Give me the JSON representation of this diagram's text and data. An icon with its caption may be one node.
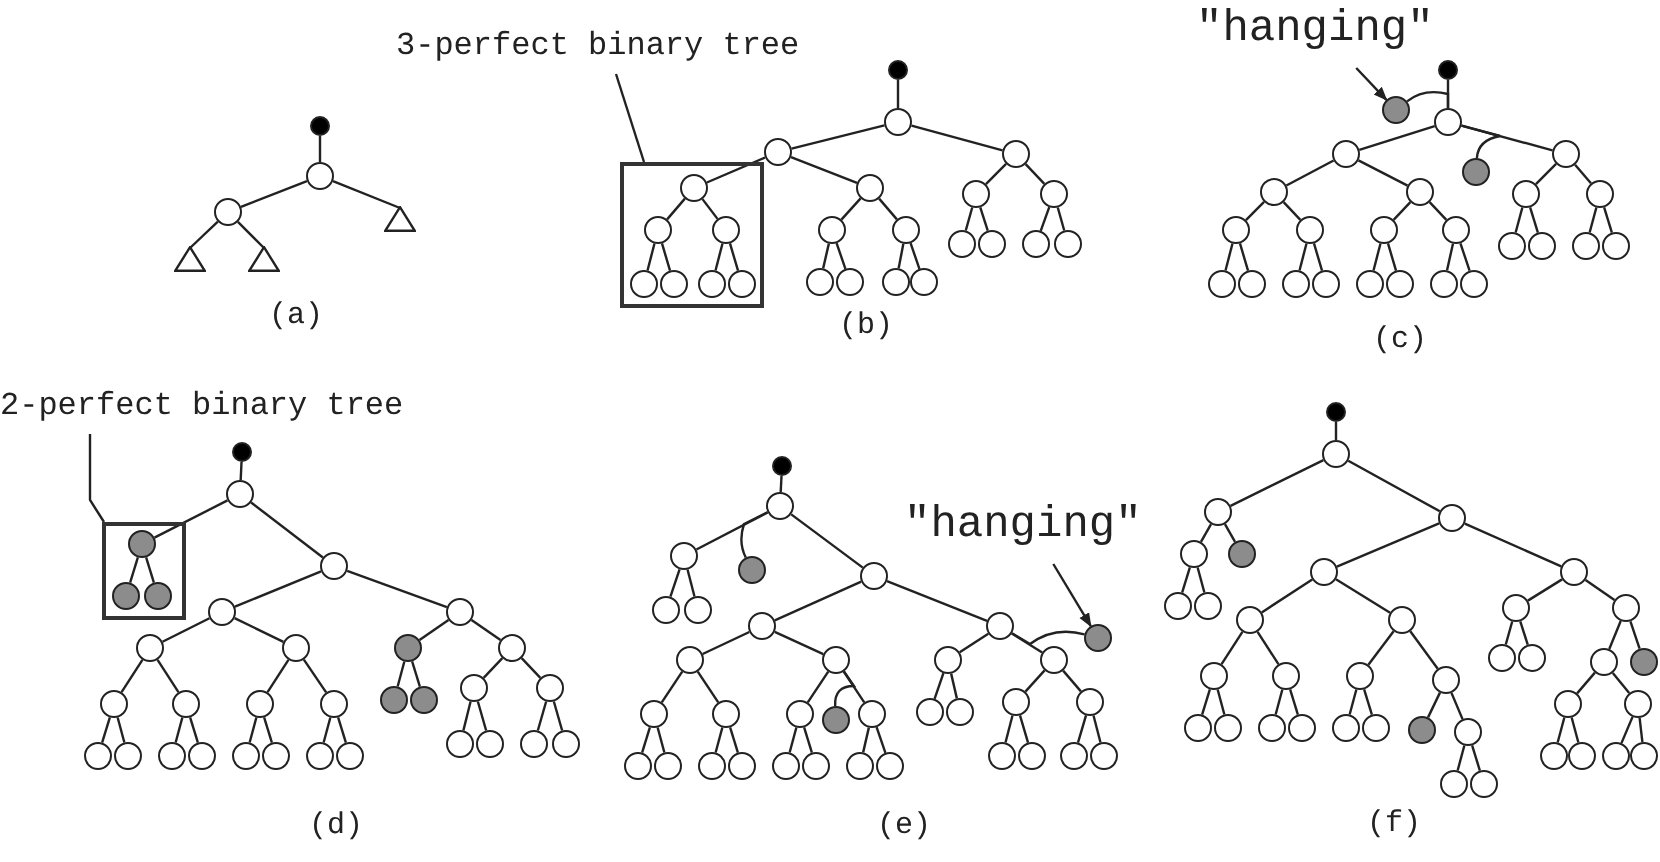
{
  "diagram": {
    "nodes": [
      {
        "text": [],
        "shape": "circle"
      },
      {
        "text": [],
        "shape": "circle"
      },
      {
        "text": [],
        "shape": "circle"
      },
      {
        "text": [],
        "shape": "triangle"
      },
      {
        "text": [],
        "shape": "triangle"
      },
      {
        "text": [],
        "shape": "triangle"
      },
      {
        "text": [
          "3-perfect binary tree"
        ]
      },
      {
        "text": [],
        "shape": "box"
      },
      {
        "text": [],
        "shape": "circle"
      },
      {
        "text": [],
        "shape": "circle"
      },
      {
        "text": [],
        "shape": "circle"
      },
      {
        "text": [],
        "shape": "circle",
        "in": 7
      },
      {
        "text": [],
        "shape": "circle",
        "in": 7
      },
      {
        "text": [],
        "shape": "circle",
        "in": 7
      },
      {
        "text": [],
        "shape": "circle",
        "in": 7
      },
      {
        "text": [],
        "shape": "circle",
        "in": 7
      },
      {
        "text": [],
        "shape": "circle",
        "in": 7
      },
      {
        "text": [],
        "shape": "circle",
        "in": 7
      },
      {
        "text": [],
        "shape": "circle"
      },
      {
        "text": [],
        "shape": "circle"
      },
      {
        "text": [],
        "shape": "circle"
      },
      {
        "text": [],
        "shape": "circle"
      },
      {
        "text": [],
        "shape": "circle"
      },
      {
        "text": [],
        "shape": "circle"
      },
      {
        "text": [],
        "shape": "circle"
      },
      {
        "text": [],
        "shape": "circle"
      },
      {
        "text": [],
        "shape": "circle"
      },
      {
        "text": [],
        "shape": "circle"
      },
      {
        "text": [],
        "shape": "circle"
      },
      {
        "text": [],
        "shape": "circle"
      },
      {
        "text": [],
        "shape": "circle"
      },
      {
        "text": [],
        "shape": "circle"
      },
      {
        "text": [
          "\"hanging\""
        ]
      },
      {
        "text": [],
        "shape": "circle"
      },
      {
        "text": [],
        "shape": "circle"
      },
      {
        "text": [],
        "shape": "circle"
      },
      {
        "text": [],
        "shape": "circle"
      },
      {
        "text": [],
        "shape": "circle"
      },
      {
        "text": [],
        "shape": "circle"
      },
      {
        "text": [],
        "shape": "circle"
      },
      {
        "text": [],
        "shape": "circle"
      },
      {
        "text": [],
        "shape": "circle"
      },
      {
        "text": [],
        "shape": "circle"
      },
      {
        "text": [],
        "shape": "circle"
      },
      {
        "text": [],
        "shape": "circle"
      },
      {
        "text": [],
        "shape": "circle"
      },
      {
        "text": [],
        "shape": "circle"
      },
      {
        "text": [],
        "shape": "circle"
      },
      {
        "text": [],
        "shape": "circle"
      },
      {
        "text": [],
        "shape": "circle"
      },
      {
        "text": [],
        "shape": "circle"
      },
      {
        "text": [],
        "shape": "circle"
      },
      {
        "text": [],
        "shape": "circle"
      },
      {
        "text": [],
        "shape": "circle"
      },
      {
        "text": [],
        "shape": "circle"
      },
      {
        "text": [],
        "shape": "circle"
      },
      {
        "text": [],
        "shape": "circle"
      },
      {
        "text": [],
        "shape": "circle"
      },
      {
        "text": [],
        "shape": "circle"
      },
      {
        "text": [
          "2-perfect binary tree"
        ]
      },
      {
        "text": [],
        "shape": "box"
      },
      {
        "text": [],
        "shape": "circle"
      },
      {
        "text": [],
        "shape": "circle"
      },
      {
        "text": [],
        "shape": "circle",
        "in": 60
      },
      {
        "text": [],
        "shape": "circle",
        "in": 60
      },
      {
        "text": [],
        "shape": "circle",
        "in": 60
      },
      {
        "text": [],
        "shape": "circle"
      },
      {
        "text": [],
        "shape": "circle"
      },
      {
        "text": [],
        "shape": "circle"
      },
      {
        "text": [],
        "shape": "circle"
      },
      {
        "text": [],
        "shape": "circle"
      },
      {
        "text": [],
        "shape": "circle"
      },
      {
        "text": [],
        "shape": "circle"
      },
      {
        "text": [],
        "shape": "circle"
      },
      {
        "text": [],
        "shape": "circle"
      },
      {
        "text": [],
        "shape": "circle"
      },
      {
        "text": [],
        "shape": "circle"
      },
      {
        "text": [],
        "shape": "circle"
      },
      {
        "text": [],
        "shape": "circle"
      },
      {
        "text": [],
        "shape": "circle"
      },
      {
        "text": [],
        "shape": "circle"
      },
      {
        "text": [],
        "shape": "circle"
      },
      {
        "text": [],
        "shape": "circle"
      },
      {
        "text": [],
        "shape": "circle"
      },
      {
        "text": [],
        "shape": "circle"
      },
      {
        "text": [],
        "shape": "circle"
      },
      {
        "text": [],
        "shape": "circle"
      },
      {
        "text": [],
        "shape": "circle"
      },
      {
        "text": [],
        "shape": "circle"
      },
      {
        "text": [],
        "shape": "circle"
      },
      {
        "text": [],
        "shape": "circle"
      },
      {
        "text": [],
        "shape": "circle"
      },
      {
        "text": [],
        "shape": "circle"
      },
      {
        "text": [],
        "shape": "circle"
      },
      {
        "text": [],
        "shape": "circle"
      },
      {
        "text": [],
        "shape": "circle"
      },
      {
        "text": [],
        "shape": "circle"
      },
      {
        "text": [],
        "shape": "circle"
      },
      {
        "text": [],
        "shape": "circle"
      },
      {
        "text": [],
        "shape": "circle"
      },
      {
        "text": [],
        "shape": "circle"
      },
      {
        "text": [],
        "shape": "circle"
      },
      {
        "text": [],
        "shape": "circle"
      },
      {
        "text": [],
        "shape": "circle"
      },
      {
        "text": [],
        "shape": "circle"
      },
      {
        "text": [],
        "shape": "circle"
      },
      {
        "text": [],
        "shape": "circle"
      },
      {
        "text": [],
        "shape": "circle"
      },
      {
        "text": [],
        "shape": "circle"
      },
      {
        "text": [],
        "shape": "circle"
      },
      {
        "text": [],
        "shape": "circle"
      },
      {
        "text": [],
        "shape": "circle"
      },
      {
        "text": [],
        "shape": "circle"
      },
      {
        "text": [],
        "shape": "circle"
      },
      {
        "text": [],
        "shape": "circle"
      },
      {
        "text": [],
        "shape": "circle"
      },
      {
        "text": [],
        "shape": "circle"
      },
      {
        "text": [],
        "shape": "circle"
      },
      {
        "text": [],
        "shape": "circle"
      },
      {
        "text": [],
        "shape": "circle"
      },
      {
        "text": [
          "\"hanging\""
        ]
      },
      {
        "text": [],
        "shape": "circle"
      },
      {
        "text": [],
        "shape": "circle"
      },
      {
        "text": [],
        "shape": "circle"
      },
      {
        "text": [],
        "shape": "circle"
      },
      {
        "text": [],
        "shape": "circle"
      },
      {
        "text": [],
        "shape": "circle"
      },
      {
        "text": [],
        "shape": "circle"
      },
      {
        "text": [],
        "shape": "circle"
      },
      {
        "text": [],
        "shape": "circle"
      },
      {
        "text": [],
        "shape": "circle"
      },
      {
        "text": [],
        "shape": "circle"
      },
      {
        "text": [],
        "shape": "circle"
      },
      {
        "text": [],
        "shape": "circle"
      },
      {
        "text": [],
        "shape": "circle"
      },
      {
        "text": [],
        "shape": "circle"
      },
      {
        "text": [],
        "shape": "circle"
      },
      {
        "text": [],
        "shape": "circle"
      },
      {
        "text": [],
        "shape": "circle"
      },
      {
        "text": [],
        "shape": "circle"
      },
      {
        "text": [],
        "shape": "circle"
      },
      {
        "text": [],
        "shape": "circle"
      },
      {
        "text": [],
        "shape": "circle"
      },
      {
        "text": [],
        "shape": "circle"
      },
      {
        "text": [],
        "shape": "circle"
      },
      {
        "text": [],
        "shape": "circle"
      },
      {
        "text": [],
        "shape": "circle"
      },
      {
        "text": [],
        "shape": "circle"
      },
      {
        "text": [],
        "shape": "circle"
      },
      {
        "text": [],
        "shape": "circle"
      },
      {
        "text": [],
        "shape": "circle"
      },
      {
        "text": [],
        "shape": "circle"
      },
      {
        "text": [],
        "shape": "circle"
      },
      {
        "text": [],
        "shape": "circle"
      },
      {
        "text": [],
        "shape": "circle"
      },
      {
        "text": [],
        "shape": "circle"
      },
      {
        "text": [],
        "shape": "circle"
      },
      {
        "text": [],
        "shape": "circle"
      },
      {
        "text": [],
        "shape": "circle"
      },
      {
        "text": [],
        "shape": "circle"
      },
      {
        "text": [],
        "shape": "circle"
      },
      {
        "text": [],
        "shape": "circle"
      },
      {
        "text": [],
        "shape": "circle"
      },
      {
        "text": [],
        "shape": "circle"
      },
      {
        "text": [],
        "shape": "circle"
      },
      {
        "text": [],
        "shape": "circle"
      },
      {
        "text": [],
        "shape": "circle"
      }
    ],
    "edges": [
      {
        "from": 0,
        "to": 1,
        "arrow": "none"
      },
      {
        "from": 1,
        "to": 2,
        "arrow": "none"
      },
      {
        "from": 1,
        "to": 3,
        "arrow": "none"
      },
      {
        "from": 2,
        "to": 4,
        "arrow": "none"
      },
      {
        "from": 2,
        "to": 5,
        "arrow": "none"
      },
      {
        "from": 6,
        "to": 7,
        "arrow": "none"
      },
      {
        "from": 8,
        "to": 9,
        "arrow": "none"
      },
      {
        "from": 9,
        "to": 10,
        "arrow": "none"
      },
      {
        "from": 9,
        "to": 25,
        "arrow": "none"
      },
      {
        "from": 10,
        "to": 11,
        "arrow": "none"
      },
      {
        "from": 10,
        "to": 18,
        "arrow": "none"
      },
      {
        "from": 11,
        "to": 12,
        "arrow": "none"
      },
      {
        "from": 11,
        "to": 13,
        "arrow": "none"
      },
      {
        "from": 12,
        "to": 14,
        "arrow": "none"
      },
      {
        "from": 12,
        "to": 15,
        "arrow": "none"
      },
      {
        "from": 13,
        "to": 16,
        "arrow": "none"
      },
      {
        "from": 13,
        "to": 17,
        "arrow": "none"
      },
      {
        "from": 18,
        "to": 19,
        "arrow": "none"
      },
      {
        "from": 18,
        "to": 20,
        "arrow": "none"
      },
      {
        "from": 19,
        "to": 21,
        "arrow": "none"
      },
      {
        "from": 19,
        "to": 22,
        "arrow": "none"
      },
      {
        "from": 20,
        "to": 23,
        "arrow": "none"
      },
      {
        "from": 20,
        "to": 24,
        "arrow": "none"
      },
      {
        "from": 25,
        "to": 26,
        "arrow": "none"
      },
      {
        "from": 25,
        "to": 27,
        "arrow": "none"
      },
      {
        "from": 26,
        "to": 28,
        "arrow": "none"
      },
      {
        "from": 26,
        "to": 29,
        "arrow": "none"
      },
      {
        "from": 27,
        "to": 30,
        "arrow": "none"
      },
      {
        "from": 27,
        "to": 31,
        "arrow": "none"
      },
      {
        "from": 32,
        "to": 33,
        "arrow": "to"
      },
      {
        "from": 33,
        "to": 35,
        "arrow": "none"
      },
      {
        "from": 34,
        "to": 35,
        "arrow": "none"
      },
      {
        "from": 35,
        "to": 36,
        "arrow": "none"
      },
      {
        "from": 35,
        "to": 38,
        "arrow": "none"
      },
      {
        "from": 37,
        "to": 35,
        "arrow": "none"
      },
      {
        "from": 36,
        "to": 39,
        "arrow": "none"
      },
      {
        "from": 36,
        "to": 46,
        "arrow": "none"
      },
      {
        "from": 39,
        "to": 40,
        "arrow": "none"
      },
      {
        "from": 39,
        "to": 43,
        "arrow": "none"
      },
      {
        "from": 40,
        "to": 41,
        "arrow": "none"
      },
      {
        "from": 40,
        "to": 42,
        "arrow": "none"
      },
      {
        "from": 43,
        "to": 44,
        "arrow": "none"
      },
      {
        "from": 43,
        "to": 45,
        "arrow": "none"
      },
      {
        "from": 46,
        "to": 47,
        "arrow": "none"
      },
      {
        "from": 46,
        "to": 50,
        "arrow": "none"
      },
      {
        "from": 47,
        "to": 48,
        "arrow": "none"
      },
      {
        "from": 47,
        "to": 49,
        "arrow": "none"
      },
      {
        "from": 50,
        "to": 51,
        "arrow": "none"
      },
      {
        "from": 50,
        "to": 52,
        "arrow": "none"
      },
      {
        "from": 38,
        "to": 53,
        "arrow": "none"
      },
      {
        "from": 38,
        "to": 56,
        "arrow": "none"
      },
      {
        "from": 53,
        "to": 54,
        "arrow": "none"
      },
      {
        "from": 53,
        "to": 55,
        "arrow": "none"
      },
      {
        "from": 56,
        "to": 57,
        "arrow": "none"
      },
      {
        "from": 56,
        "to": 58,
        "arrow": "none"
      },
      {
        "from": 59,
        "to": 60,
        "arrow": "none"
      },
      {
        "from": 61,
        "to": 62,
        "arrow": "none"
      },
      {
        "from": 62,
        "to": 63,
        "arrow": "none"
      },
      {
        "from": 62,
        "to": 66,
        "arrow": "none"
      },
      {
        "from": 63,
        "to": 64,
        "arrow": "none"
      },
      {
        "from": 63,
        "to": 65,
        "arrow": "none"
      },
      {
        "from": 66,
        "to": 67,
        "arrow": "none"
      },
      {
        "from": 66,
        "to": 82,
        "arrow": "none"
      },
      {
        "from": 67,
        "to": 68,
        "arrow": "none"
      },
      {
        "from": 67,
        "to": 75,
        "arrow": "none"
      },
      {
        "from": 68,
        "to": 69,
        "arrow": "none"
      },
      {
        "from": 68,
        "to": 72,
        "arrow": "none"
      },
      {
        "from": 69,
        "to": 70,
        "arrow": "none"
      },
      {
        "from": 69,
        "to": 71,
        "arrow": "none"
      },
      {
        "from": 72,
        "to": 73,
        "arrow": "none"
      },
      {
        "from": 72,
        "to": 74,
        "arrow": "none"
      },
      {
        "from": 75,
        "to": 76,
        "arrow": "none"
      },
      {
        "from": 75,
        "to": 79,
        "arrow": "none"
      },
      {
        "from": 76,
        "to": 77,
        "arrow": "none"
      },
      {
        "from": 76,
        "to": 78,
        "arrow": "none"
      },
      {
        "from": 79,
        "to": 80,
        "arrow": "none"
      },
      {
        "from": 79,
        "to": 81,
        "arrow": "none"
      },
      {
        "from": 82,
        "to": 83,
        "arrow": "none"
      },
      {
        "from": 82,
        "to": 86,
        "arrow": "none"
      },
      {
        "from": 83,
        "to": 84,
        "arrow": "none"
      },
      {
        "from": 83,
        "to": 85,
        "arrow": "none"
      },
      {
        "from": 86,
        "to": 87,
        "arrow": "none"
      },
      {
        "from": 86,
        "to": 90,
        "arrow": "none"
      },
      {
        "from": 87,
        "to": 88,
        "arrow": "none"
      },
      {
        "from": 87,
        "to": 89,
        "arrow": "none"
      },
      {
        "from": 90,
        "to": 91,
        "arrow": "none"
      },
      {
        "from": 90,
        "to": 92,
        "arrow": "none"
      },
      {
        "from": 93,
        "to": 94,
        "arrow": "none"
      },
      {
        "from": 94,
        "to": 95,
        "arrow": "none"
      },
      {
        "from": 94,
        "to": 99,
        "arrow": "none"
      },
      {
        "from": 98,
        "to": 94,
        "arrow": "none"
      },
      {
        "from": 95,
        "to": 96,
        "arrow": "none"
      },
      {
        "from": 95,
        "to": 97,
        "arrow": "none"
      },
      {
        "from": 99,
        "to": 100,
        "arrow": "none"
      },
      {
        "from": 99,
        "to": 116,
        "arrow": "none"
      },
      {
        "from": 100,
        "to": 101,
        "arrow": "none"
      },
      {
        "from": 100,
        "to": 108,
        "arrow": "none"
      },
      {
        "from": 101,
        "to": 102,
        "arrow": "none"
      },
      {
        "from": 101,
        "to": 105,
        "arrow": "none"
      },
      {
        "from": 102,
        "to": 103,
        "arrow": "none"
      },
      {
        "from": 102,
        "to": 104,
        "arrow": "none"
      },
      {
        "from": 105,
        "to": 106,
        "arrow": "none"
      },
      {
        "from": 105,
        "to": 107,
        "arrow": "none"
      },
      {
        "from": 108,
        "to": 109,
        "arrow": "none"
      },
      {
        "from": 108,
        "to": 113,
        "arrow": "none"
      },
      {
        "from": 109,
        "to": 110,
        "arrow": "none"
      },
      {
        "from": 109,
        "to": 111,
        "arrow": "none"
      },
      {
        "from": 112,
        "to": 108,
        "arrow": "none"
      },
      {
        "from": 113,
        "to": 114,
        "arrow": "none"
      },
      {
        "from": 113,
        "to": 115,
        "arrow": "none"
      },
      {
        "from": 116,
        "to": 117,
        "arrow": "none"
      },
      {
        "from": 116,
        "to": 122,
        "arrow": "none"
      },
      {
        "from": 117,
        "to": 118,
        "arrow": "none"
      },
      {
        "from": 117,
        "to": 119,
        "arrow": "none"
      },
      {
        "from": 120,
        "to": 121,
        "arrow": "to"
      },
      {
        "from": 121,
        "to": 116,
        "arrow": "none"
      },
      {
        "from": 122,
        "to": 123,
        "arrow": "none"
      },
      {
        "from": 122,
        "to": 126,
        "arrow": "none"
      },
      {
        "from": 123,
        "to": 124,
        "arrow": "none"
      },
      {
        "from": 123,
        "to": 125,
        "arrow": "none"
      },
      {
        "from": 126,
        "to": 127,
        "arrow": "none"
      },
      {
        "from": 126,
        "to": 128,
        "arrow": "none"
      },
      {
        "from": 129,
        "to": 130,
        "arrow": "none"
      },
      {
        "from": 130,
        "to": 131,
        "arrow": "none"
      },
      {
        "from": 130,
        "to": 136,
        "arrow": "none"
      },
      {
        "from": 131,
        "to": 132,
        "arrow": "none"
      },
      {
        "from": 131,
        "to": 135,
        "arrow": "none"
      },
      {
        "from": 132,
        "to": 133,
        "arrow": "none"
      },
      {
        "from": 132,
        "to": 134,
        "arrow": "none"
      },
      {
        "from": 136,
        "to": 137,
        "arrow": "none"
      },
      {
        "from": 136,
        "to": 154,
        "arrow": "none"
      },
      {
        "from": 137,
        "to": 138,
        "arrow": "none"
      },
      {
        "from": 137,
        "to": 145,
        "arrow": "none"
      },
      {
        "from": 138,
        "to": 139,
        "arrow": "none"
      },
      {
        "from": 138,
        "to": 142,
        "arrow": "none"
      },
      {
        "from": 139,
        "to": 140,
        "arrow": "none"
      },
      {
        "from": 139,
        "to": 141,
        "arrow": "none"
      },
      {
        "from": 142,
        "to": 143,
        "arrow": "none"
      },
      {
        "from": 142,
        "to": 144,
        "arrow": "none"
      },
      {
        "from": 145,
        "to": 146,
        "arrow": "none"
      },
      {
        "from": 145,
        "to": 149,
        "arrow": "none"
      },
      {
        "from": 146,
        "to": 147,
        "arrow": "none"
      },
      {
        "from": 146,
        "to": 148,
        "arrow": "none"
      },
      {
        "from": 149,
        "to": 150,
        "arrow": "none"
      },
      {
        "from": 149,
        "to": 151,
        "arrow": "none"
      },
      {
        "from": 151,
        "to": 152,
        "arrow": "none"
      },
      {
        "from": 151,
        "to": 153,
        "arrow": "none"
      },
      {
        "from": 154,
        "to": 155,
        "arrow": "none"
      },
      {
        "from": 154,
        "to": 158,
        "arrow": "none"
      },
      {
        "from": 155,
        "to": 156,
        "arrow": "none"
      },
      {
        "from": 155,
        "to": 157,
        "arrow": "none"
      },
      {
        "from": 158,
        "to": 159,
        "arrow": "none"
      },
      {
        "from": 158,
        "to": 166,
        "arrow": "none"
      },
      {
        "from": 159,
        "to": 160,
        "arrow": "none"
      },
      {
        "from": 159,
        "to": 163,
        "arrow": "none"
      },
      {
        "from": 160,
        "to": 161,
        "arrow": "none"
      },
      {
        "from": 160,
        "to": 162,
        "arrow": "none"
      },
      {
        "from": 163,
        "to": 164,
        "arrow": "none"
      },
      {
        "from": 163,
        "to": 165,
        "arrow": "none"
      }
    ],
    "labels": [
      "(a)",
      "(b)",
      "(c)",
      "(d)",
      "(e)",
      "(f)"
    ]
  }
}
